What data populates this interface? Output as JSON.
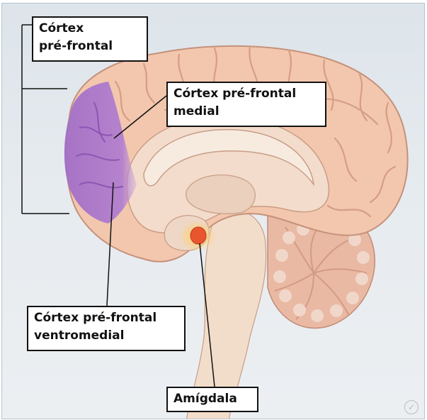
{
  "labels": {
    "prefrontal": {
      "line1": "Córtex",
      "line2": "pré-frontal"
    },
    "medial": {
      "line1": "Córtex pré-frontal",
      "line2": "medial"
    },
    "ventromedial": {
      "line1": "Córtex pré-frontal",
      "line2": "ventromedial"
    },
    "amygdala": {
      "line1": "Amígdala"
    }
  },
  "colors": {
    "background": "#e3e8ec",
    "cortex": "#f2c7ad",
    "cortex_shadow": "#d9a087",
    "prefrontal_highlight": "#a877c9",
    "inner_tissue": "#f3e2d3",
    "amygdala": "#e8552e",
    "label_border": "#111111"
  },
  "icons": {
    "watermark": "check-circle-icon"
  }
}
